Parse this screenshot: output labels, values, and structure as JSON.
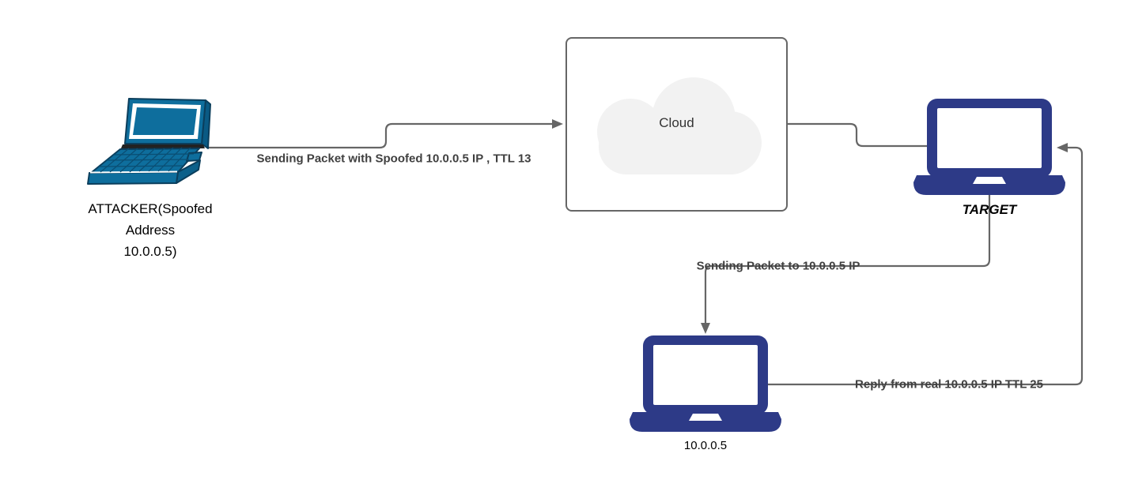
{
  "colors": {
    "background": "#ffffff",
    "edge": "#666666",
    "edge_label": "#404040",
    "node_label": "#000000",
    "laptop_navy": "#2d3a87",
    "laptop_teal": "#0e6e9d",
    "laptop_teal_dark": "#0b3e5c",
    "cloud_fill": "#f2f2f2",
    "cloud_text": "#333333",
    "cloud_border": "#666666"
  },
  "nodes": {
    "attacker": {
      "lines": [
        "ATTACKER(Spoofed",
        "Address",
        "10.0.0.5)"
      ]
    },
    "cloud": {
      "label": "Cloud"
    },
    "target": {
      "label": "TARGET"
    },
    "real_host": {
      "label": "10.0.0.5"
    }
  },
  "edges": {
    "attacker_to_cloud": {
      "label": "Sending Packet with Spoofed 10.0.0.5 IP , TTL 13"
    },
    "target_to_real_host": {
      "label": "Sending Packet to 10.0.0.5 IP"
    },
    "real_host_to_target": {
      "label": "Reply from real 10.0.0.5 IP TTL 25"
    }
  }
}
